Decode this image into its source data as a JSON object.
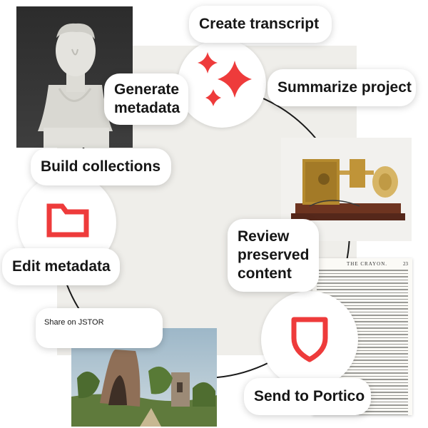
{
  "brand": {
    "accent": "#ee3b3b",
    "panel": "#efeeea"
  },
  "actions": {
    "create_transcript": "Create transcript",
    "summarize_project": "Summarize project",
    "generate_metadata": "Generate\nmetadata",
    "build_collections": "Build collections",
    "edit_metadata": "Edit metadata",
    "review_preserved": "Review\npreserved\ncontent",
    "share_jstor": "Share on JSTOR",
    "send_portico": "Send to Portico"
  },
  "icons": {
    "ai": "sparkle-icon",
    "collections": "folder-icon",
    "preservation": "shield-icon"
  },
  "document": {
    "masthead": "THE CRAYON.",
    "page_number": "23"
  }
}
